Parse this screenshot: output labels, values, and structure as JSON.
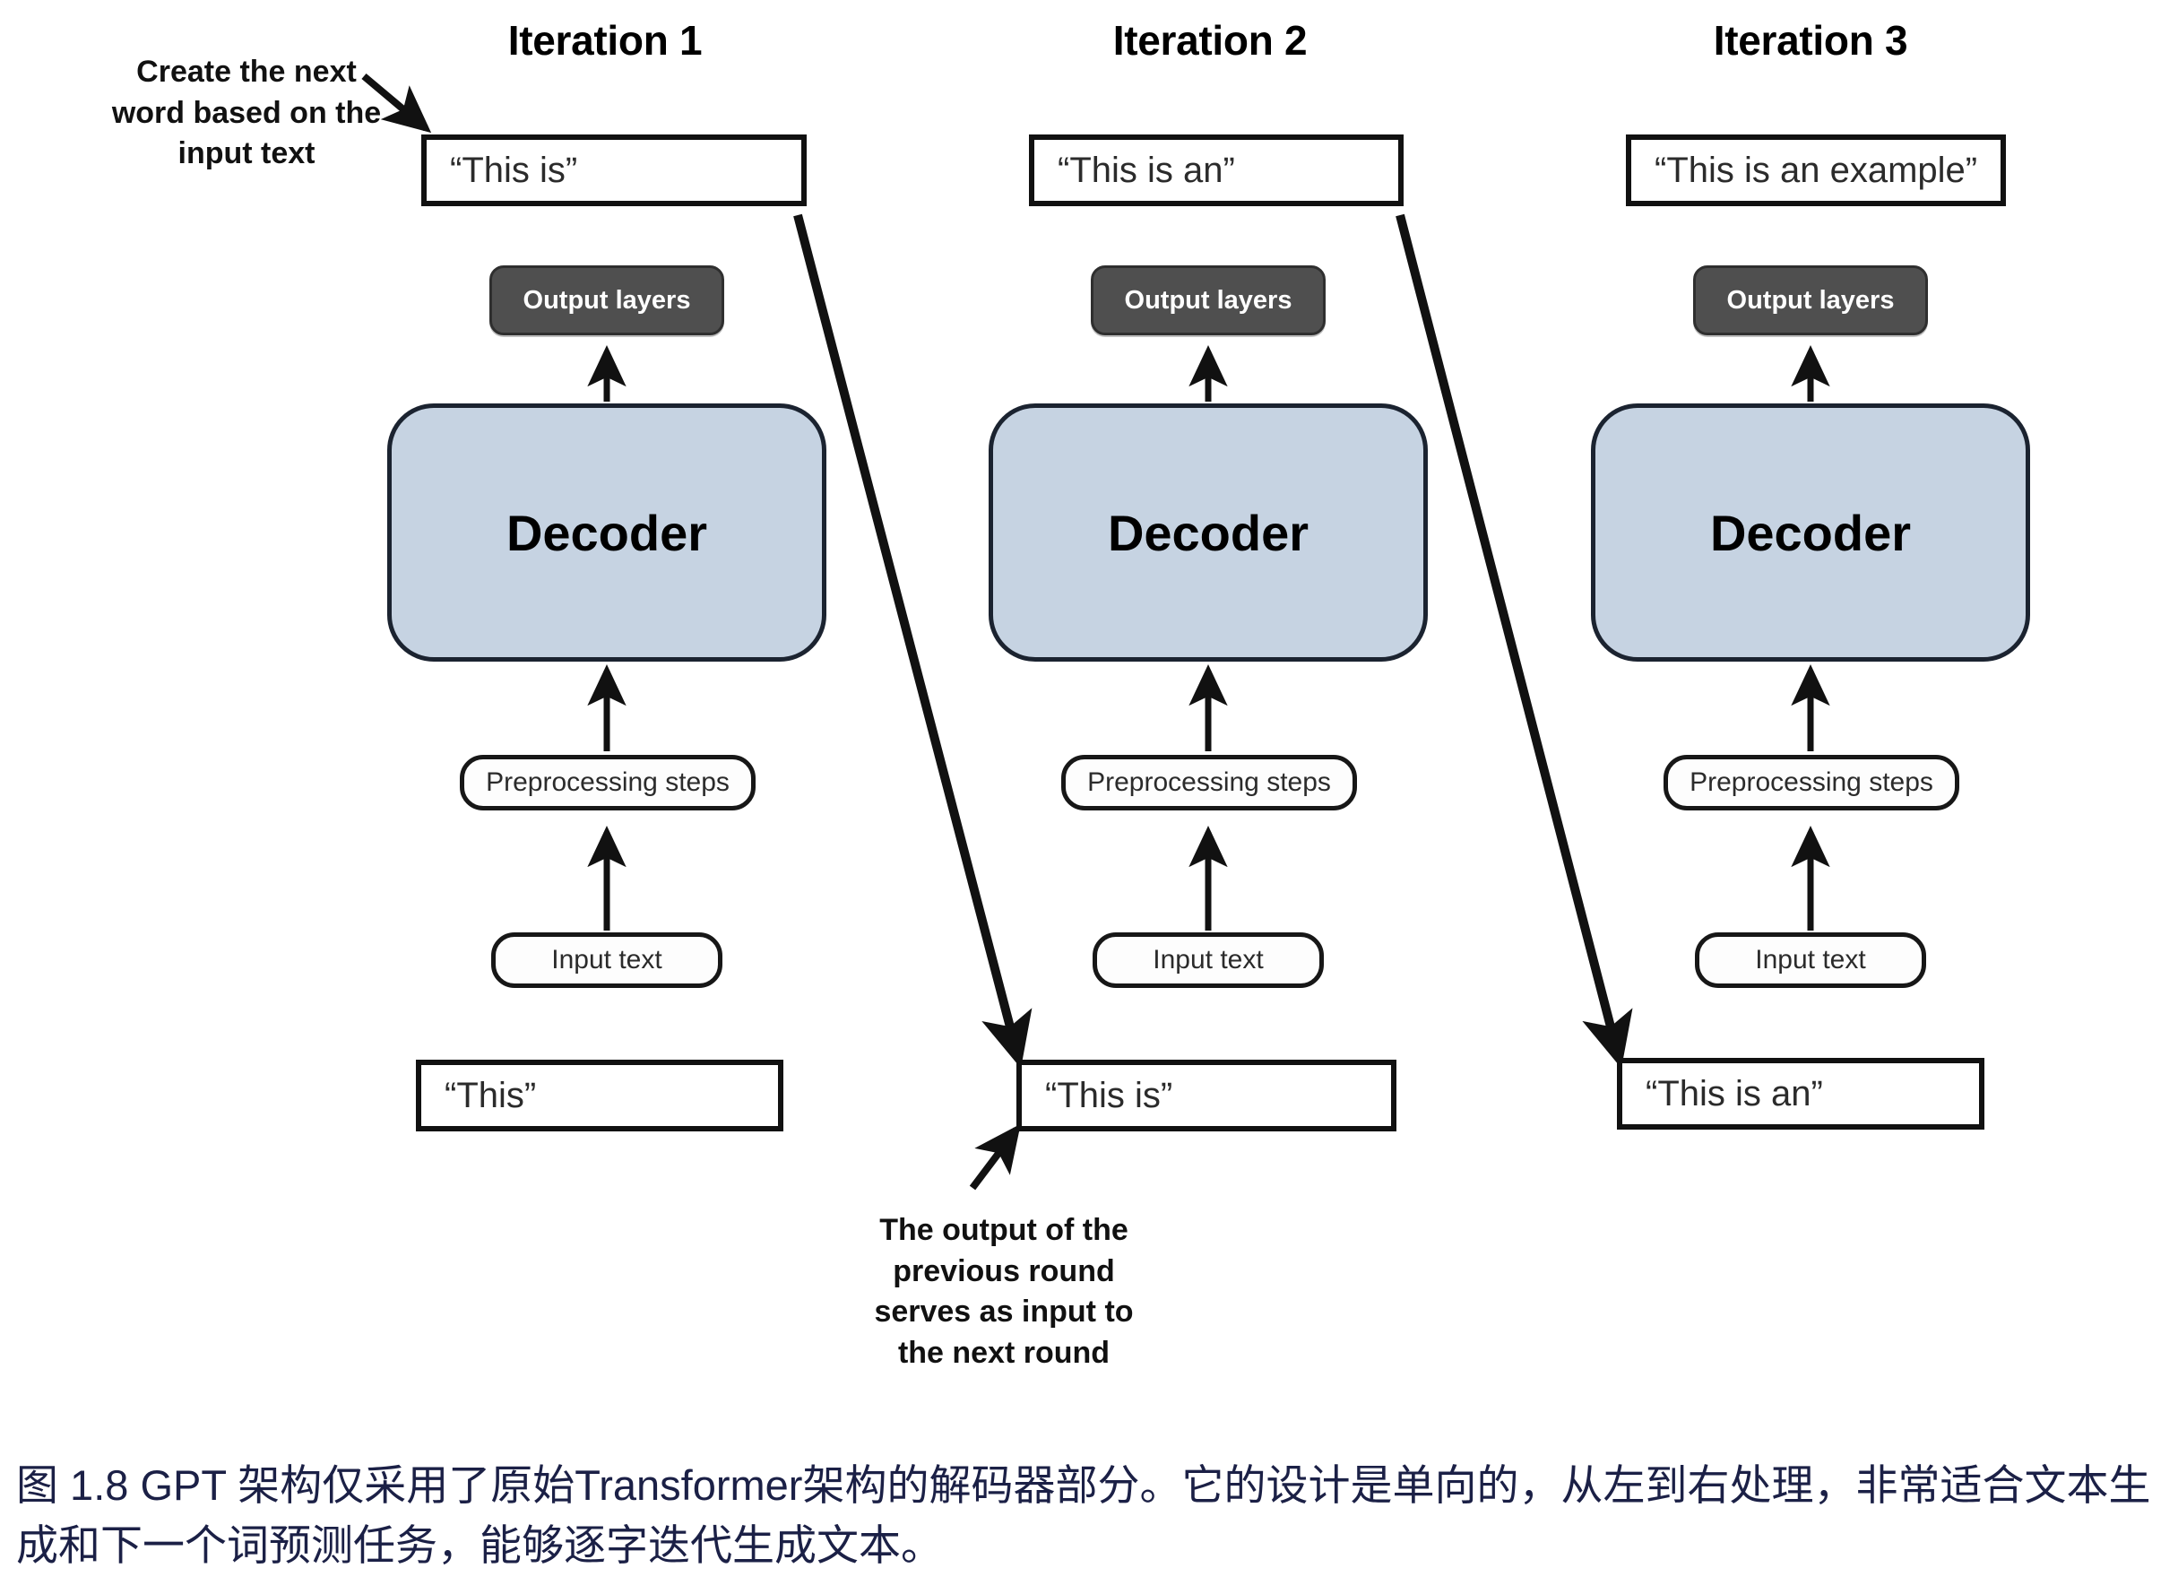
{
  "figure": {
    "columns": [
      {
        "title": "Iteration 1",
        "output_sentence": "“This is”",
        "output_layers_label": "Output layers",
        "decoder_label": "Decoder",
        "preprocessing_label": "Preprocessing steps",
        "input_label": "Input text",
        "input_sentence": "“This”"
      },
      {
        "title": "Iteration 2",
        "output_sentence": "“This is an”",
        "output_layers_label": "Output layers",
        "decoder_label": "Decoder",
        "preprocessing_label": "Preprocessing steps",
        "input_label": "Input text",
        "input_sentence": "“This is”"
      },
      {
        "title": "Iteration 3",
        "output_sentence": "“This is an example”",
        "output_layers_label": "Output layers",
        "decoder_label": "Decoder",
        "preprocessing_label": "Preprocessing steps",
        "input_label": "Input text",
        "input_sentence": "“This is an”"
      }
    ],
    "annotations": {
      "top_left": "Create the next\nword based on the\ninput text",
      "bottom_middle": "The output of the\nprevious round\nserves as input to\nthe next round"
    },
    "caption": "图 1.8  GPT 架构仅采用了原始Transformer架构的解码器部分。它的设计是单向的，从左到右处理，非常适合文本生成和下一个词预测任务，能够逐字迭代生成文本。",
    "colors": {
      "decoder_fill": "#c6d3e2",
      "output_layers_fill": "#4f4f4f",
      "stroke": "#111111",
      "caption_text": "#1b2046"
    }
  }
}
